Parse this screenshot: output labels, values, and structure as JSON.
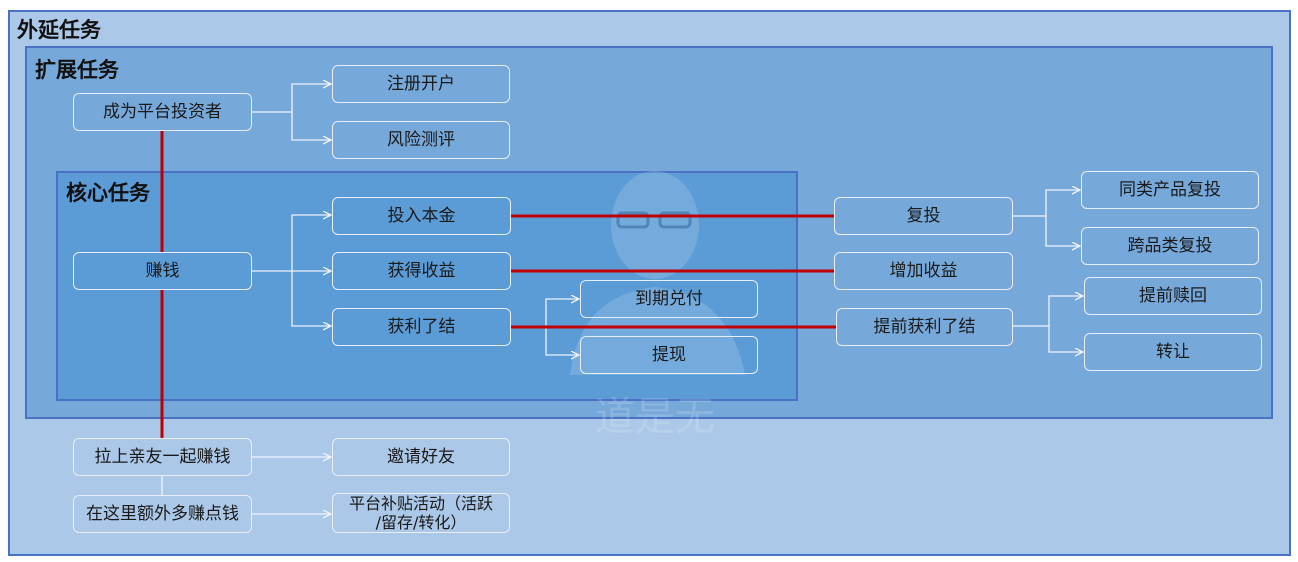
{
  "colors": {
    "outer_bg": "#abc8e8",
    "mid_bg": "#76a8da",
    "core_bg": "#5b9bd6",
    "frame_border": "#4a72c4",
    "connector": "#eef3fb",
    "critical_path": "#c00000"
  },
  "frames": {
    "outer": "外延任务",
    "expand": "扩展任务",
    "core": "核心任务"
  },
  "nodes": {
    "become_investor": "成为平台投资者",
    "register": "注册开户",
    "risk_assessment": "风险测评",
    "make_money": "赚钱",
    "invest_principal": "投入本金",
    "earn_income": "获得收益",
    "settle_profit": "获利了结",
    "maturity_payout": "到期兑付",
    "withdraw": "提现",
    "reinvest": "复投",
    "same_product_reinvest": "同类产品复投",
    "cross_product_reinvest": "跨品类复投",
    "increase_income": "增加收益",
    "early_settle": "提前获利了结",
    "early_redeem": "提前赎回",
    "transfer": "转让",
    "invite_friends_earn": "拉上亲友一起赚钱",
    "invite_friends": "邀请好友",
    "earn_extra": "在这里额外多赚点钱",
    "subsidy_line1": "平台补贴活动（活跃",
    "subsidy_line2": "/留存/转化）"
  },
  "watermark_icon": "person-portrait-icon"
}
